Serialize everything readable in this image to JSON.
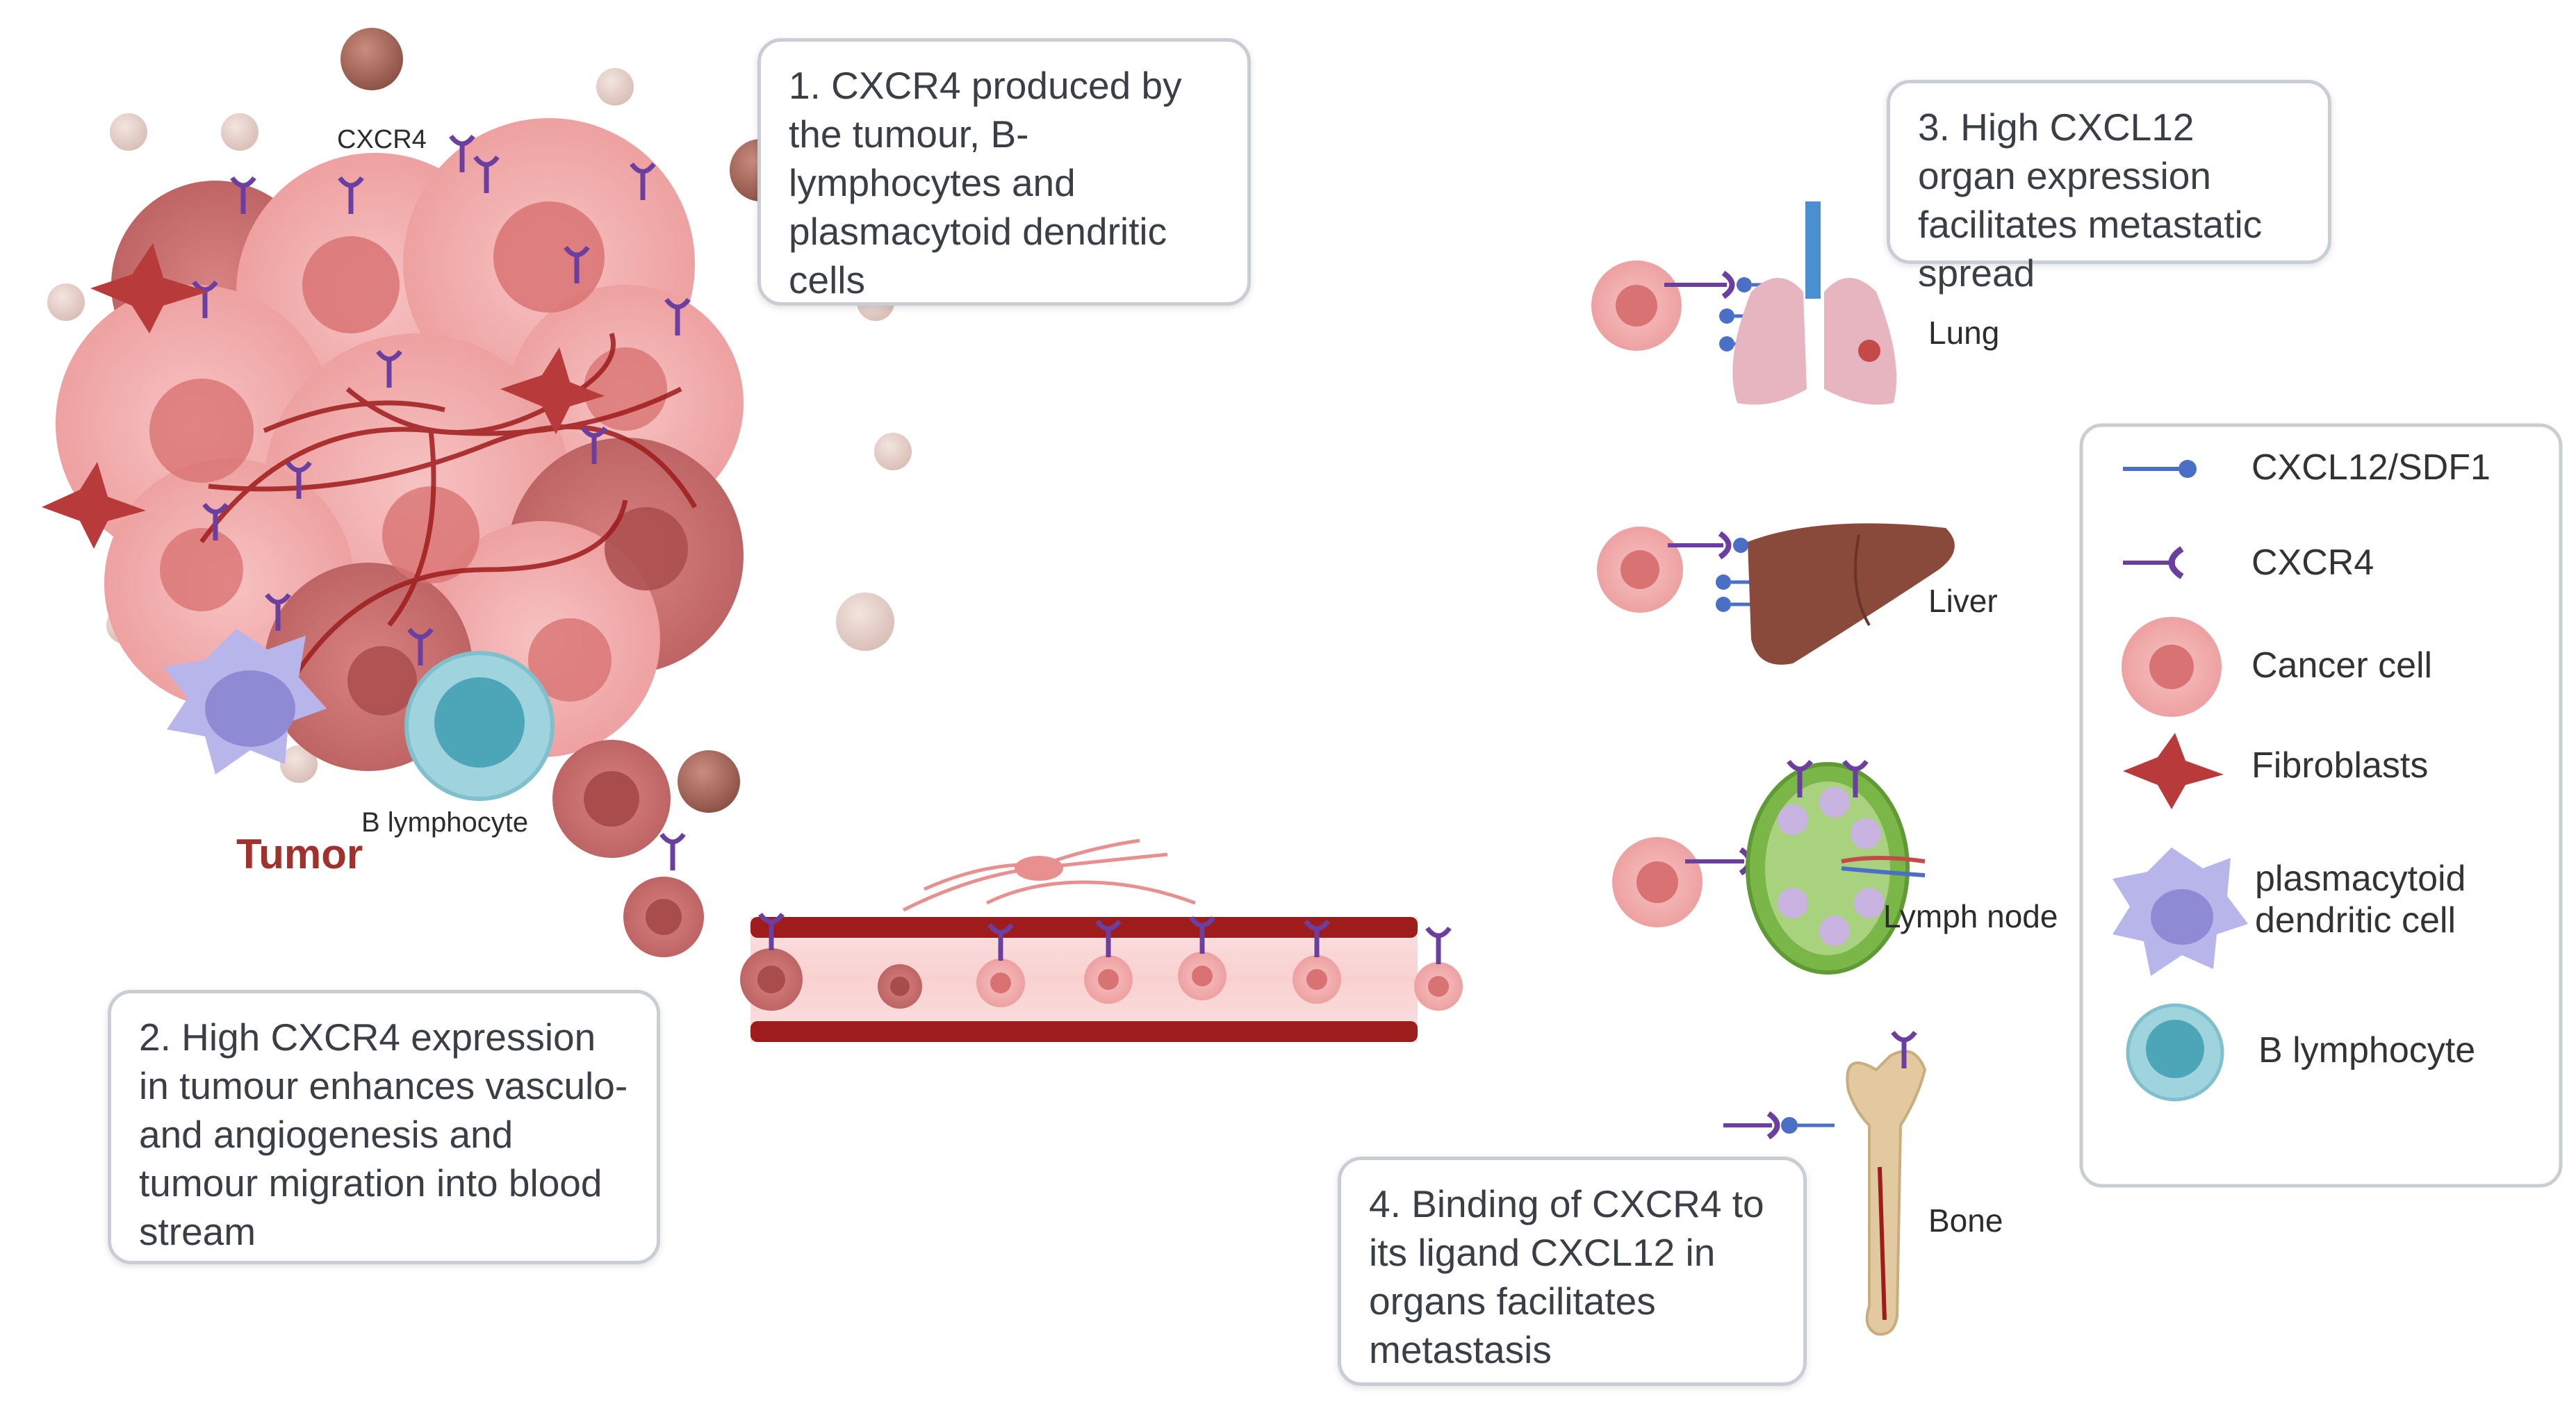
{
  "steps": {
    "step1": "1. CXCR4 produced by the tumour, B-lymphocytes and plasmacytoid dendritic cells",
    "step2": "2. High CXCR4 expression in tumour enhances vasculo- and  angiogenesis and tumour migration into blood stream",
    "step3": "3. High CXCL12 organ expression facilitates metastatic spread",
    "step4": "4. Binding of CXCR4 to its ligand CXCL12 in organs facilitates metastasis"
  },
  "labels": {
    "tumor": "Tumor",
    "cxcr4": "CXCR4",
    "b_lymphocyte": "B lymphocyte",
    "lung": "Lung",
    "liver": "Liver",
    "lymph_node": "Lymph node",
    "bone": "Bone"
  },
  "legend": {
    "cxcl12": "CXCL12/SDF1",
    "cxcr4": "CXCR4",
    "cancer_cell": "Cancer cell",
    "fibroblasts": "Fibroblasts",
    "pdc": "plasmacytoid dendritic cell",
    "b_lymphocyte": "B lymphocyte"
  },
  "colors": {
    "cancer": "#f2a6a6",
    "cancer_nucleus": "#d97373",
    "tumor_dark": "#c86a6a",
    "vessel": "#9e1c1c",
    "ligand": "#4a6fc4",
    "receptor": "#6b3fa0",
    "b_cell": "#9fd3dd",
    "b_nucleus": "#4da6b8",
    "pdc": "#b8b5ea",
    "brown_chemokine": "#a86a5c",
    "lung": "#e7b5bf",
    "liver": "#8a4a3b",
    "lymph": "#7ab648",
    "bone": "#e2c9a0",
    "box_border": "#c9ced4",
    "tumor_label": "#a0322e"
  }
}
